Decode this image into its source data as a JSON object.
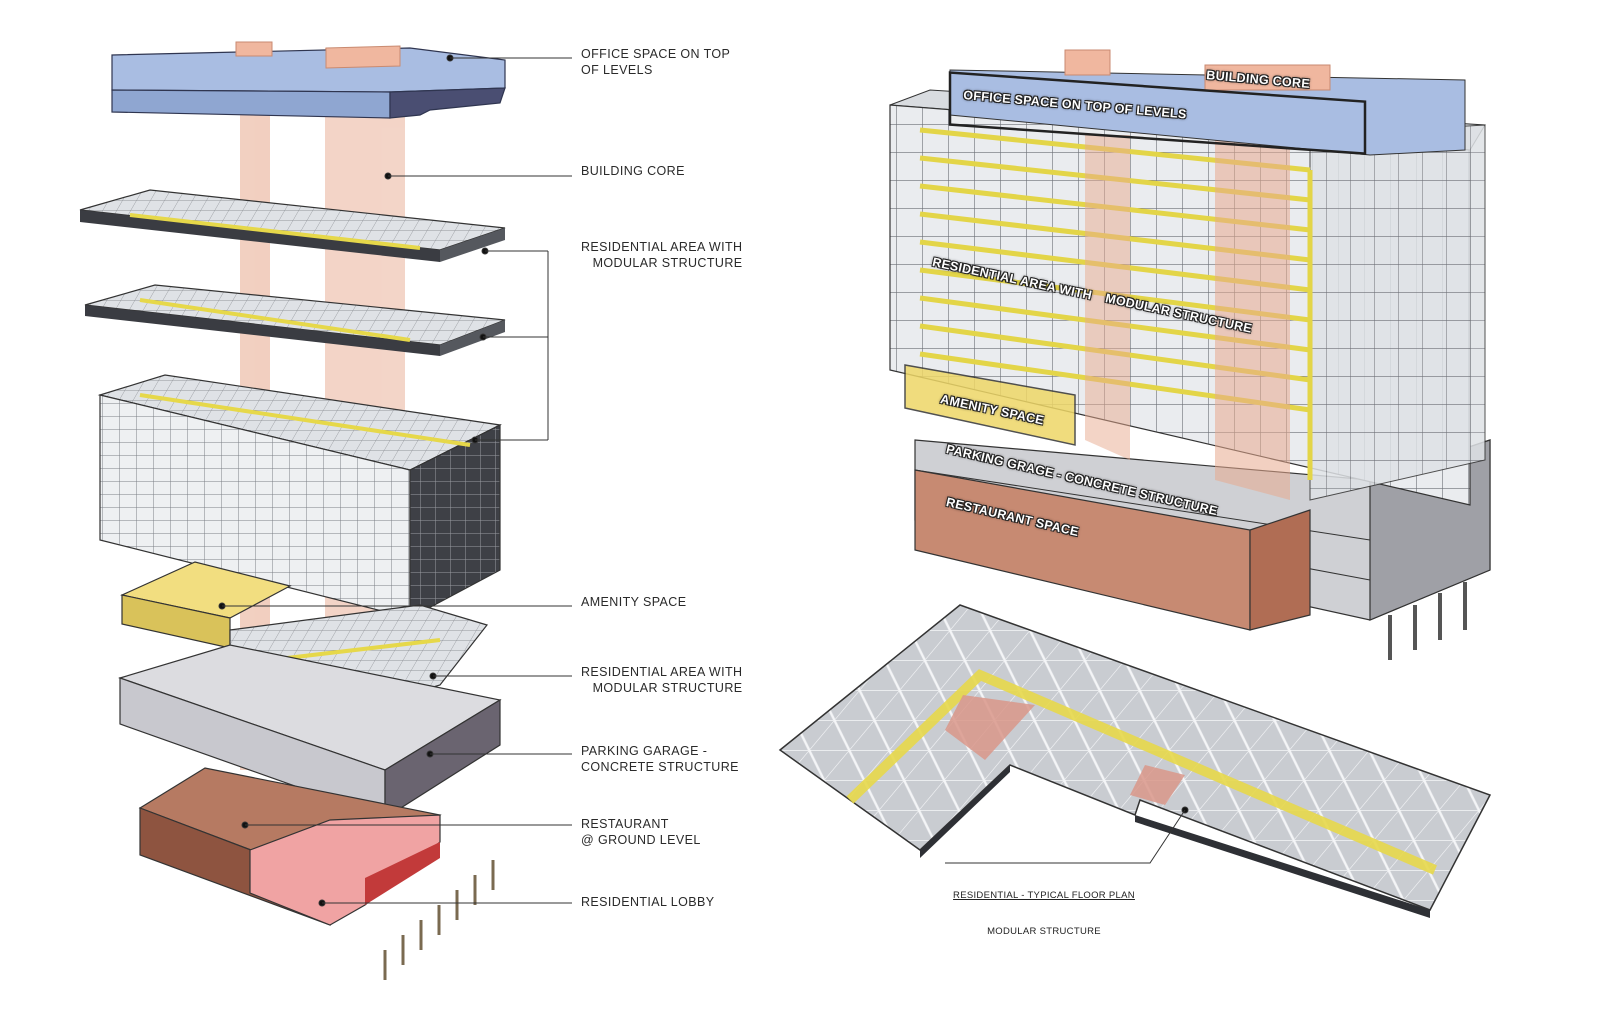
{
  "exploded_labels": [
    "OFFICE SPACE ON TOP\nOF LEVELS",
    "BUILDING CORE",
    "RESIDENTIAL AREA WITH\n   MODULAR STRUCTURE",
    "AMENITY SPACE",
    "RESIDENTIAL AREA WITH\n   MODULAR STRUCTURE",
    "PARKING GARAGE -\nCONCRETE STRUCTURE",
    "RESTAURANT\n@ GROUND LEVEL",
    "RESIDENTIAL LOBBY"
  ],
  "tower_tags": {
    "office": "OFFICE SPACE ON TOP OF LEVELS",
    "core": "BUILDING CORE",
    "residential_a": "RESIDENTIAL AREA WITH",
    "residential_b": "MODULAR STRUCTURE",
    "amenity": "AMENITY SPACE",
    "parking": "PARKING GRAGE - CONCRETE STRUCTURE",
    "restaurant": "RESTAURANT SPACE"
  },
  "plan_caption": {
    "line1": "RESIDENTIAL - TYPICAL FLOOR PLAN",
    "line2": "MODULAR STRUCTURE"
  },
  "colors": {
    "office": "#9fb4dc",
    "core": "#e8a98e",
    "amenity": "#e7d36e",
    "parking": "#d6d6da",
    "restaurant": "#b0705a",
    "lobby": "#f0a0a0",
    "corridor": "#f2e24a"
  }
}
